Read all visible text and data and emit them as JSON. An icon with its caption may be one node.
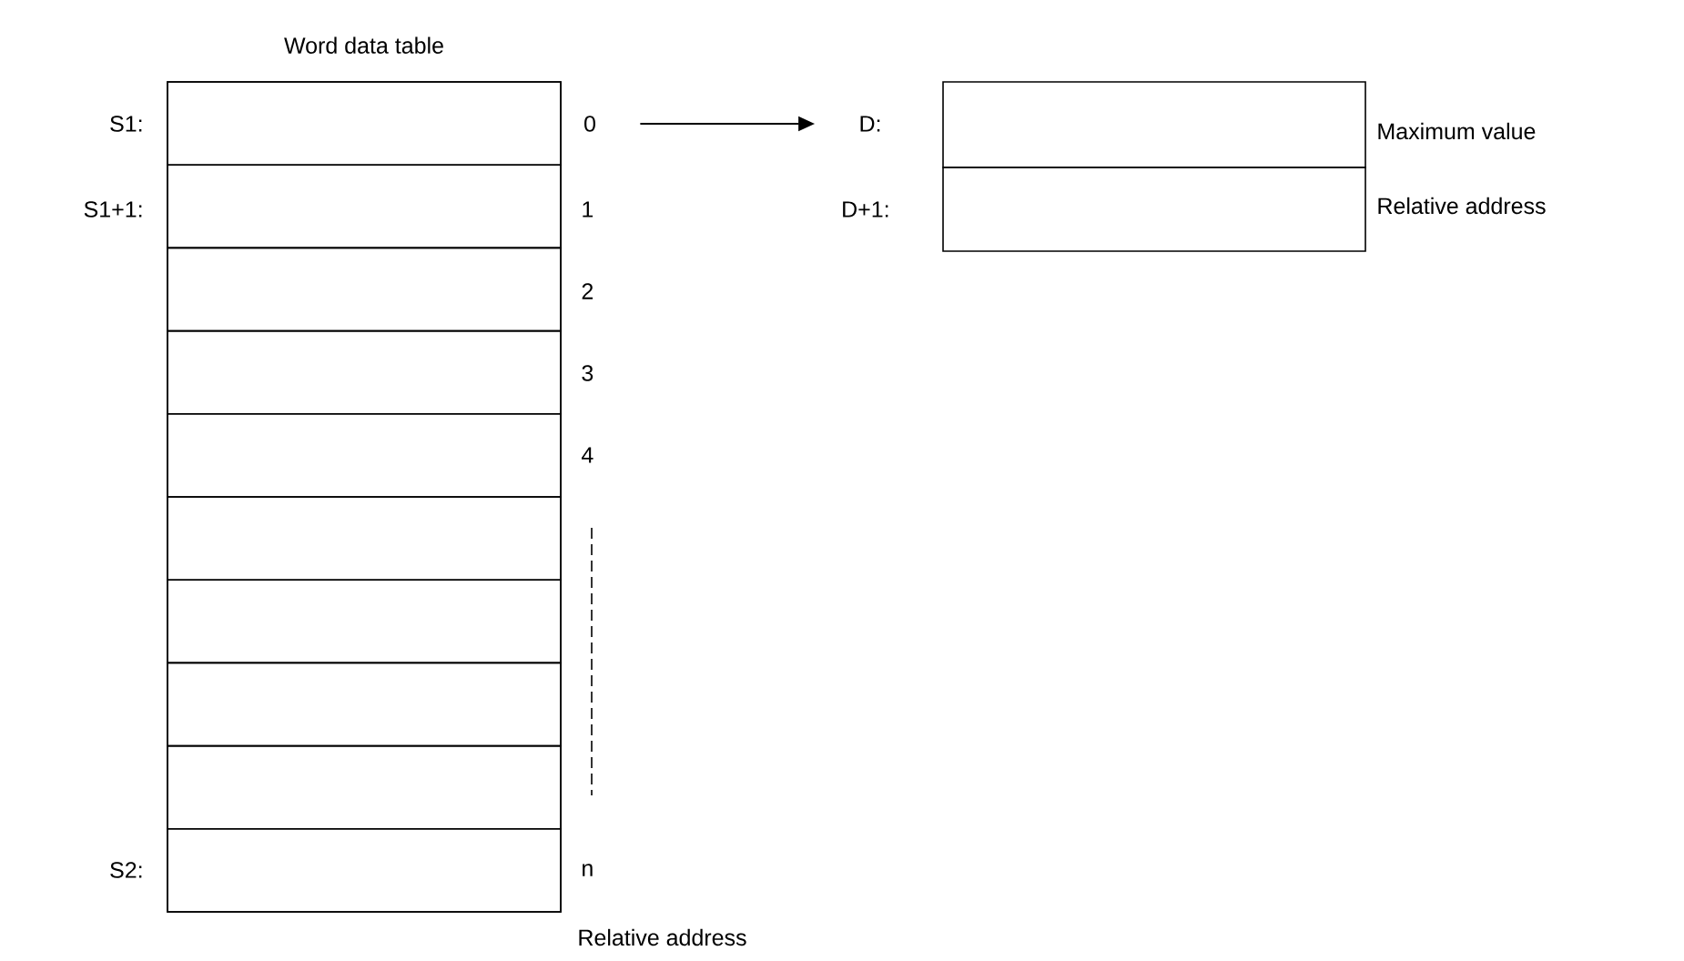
{
  "diagram": {
    "nodes": [
      {
        "text": [
          "Word data table"
        ]
      },
      {
        "text": [],
        "shape": "box",
        "in": 0,
        "beside": [
          "S1:"
        ]
      },
      {
        "text": [],
        "shape": "box",
        "in": 0,
        "beside": [
          "S1+1:",
          "1"
        ]
      },
      {
        "text": [],
        "shape": "box",
        "in": 0,
        "beside": [
          "2"
        ]
      },
      {
        "text": [],
        "shape": "box",
        "in": 0,
        "beside": [
          "3"
        ]
      },
      {
        "text": [],
        "shape": "box",
        "in": 0,
        "beside": [
          "4"
        ]
      },
      {
        "text": [],
        "shape": "box",
        "in": 0
      },
      {
        "text": [],
        "shape": "box",
        "in": 0
      },
      {
        "text": [],
        "shape": "box",
        "in": 0
      },
      {
        "text": [],
        "shape": "box",
        "in": 0
      },
      {
        "text": [],
        "shape": "box",
        "in": 0,
        "beside": [
          "S2:",
          "n"
        ]
      },
      {
        "text": [
          "0"
        ]
      },
      {
        "text": [
          "D:"
        ]
      },
      {
        "text": [],
        "shape": "box",
        "beside": [
          "Maximum value"
        ]
      },
      {
        "text": [],
        "shape": "box",
        "beside": [
          "D+1:",
          "Relative address"
        ]
      }
    ],
    "edges": [
      {
        "from": 11,
        "to": 12,
        "arrow": "to"
      }
    ],
    "labels": [
      "Relative address"
    ]
  }
}
